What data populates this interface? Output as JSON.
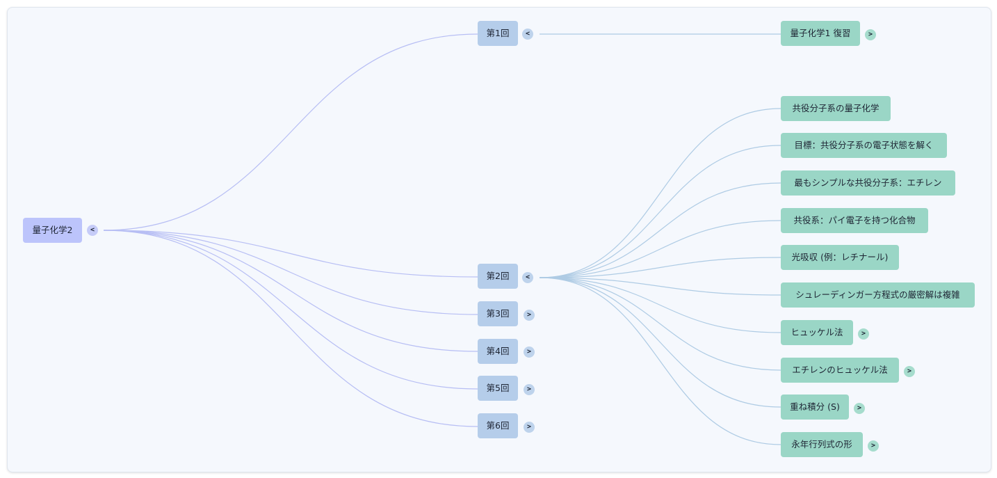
{
  "colors": {
    "root_node": "#bcc4fb",
    "level1_node": "#b5cdea",
    "level2_node": "#9ad6c6",
    "root_edge": "#b7bef4",
    "level1_edge": "#aecbe4"
  },
  "root": {
    "label": "量子化学2",
    "toggle": "<"
  },
  "sessions": [
    {
      "label": "第1回",
      "toggle": "<"
    },
    {
      "label": "第2回",
      "toggle": "<"
    },
    {
      "label": "第3回",
      "toggle": ">"
    },
    {
      "label": "第4回",
      "toggle": ">"
    },
    {
      "label": "第5回",
      "toggle": ">"
    },
    {
      "label": "第6回",
      "toggle": ">"
    }
  ],
  "session1_topics": [
    {
      "label": "量子化学1 復習",
      "toggle": ">"
    }
  ],
  "session2_topics": [
    {
      "label": "共役分子系の量子化学",
      "toggle": ""
    },
    {
      "label": "目標：共役分子系の電子状態を解く",
      "toggle": ""
    },
    {
      "label": "最もシンプルな共役分子系：エチレン",
      "toggle": ""
    },
    {
      "label": "共役系：パイ電子を持つ化合物",
      "toggle": ""
    },
    {
      "label": "光吸収 (例：レチナール)",
      "toggle": ""
    },
    {
      "label": "シュレーディンガー方程式の厳密解は複雑",
      "toggle": ""
    },
    {
      "label": "ヒュッケル法",
      "toggle": ">"
    },
    {
      "label": "エチレンのヒュッケル法",
      "toggle": ">"
    },
    {
      "label": "重ね積分 (S)",
      "toggle": ">"
    },
    {
      "label": "永年行列式の形",
      "toggle": ">"
    }
  ]
}
